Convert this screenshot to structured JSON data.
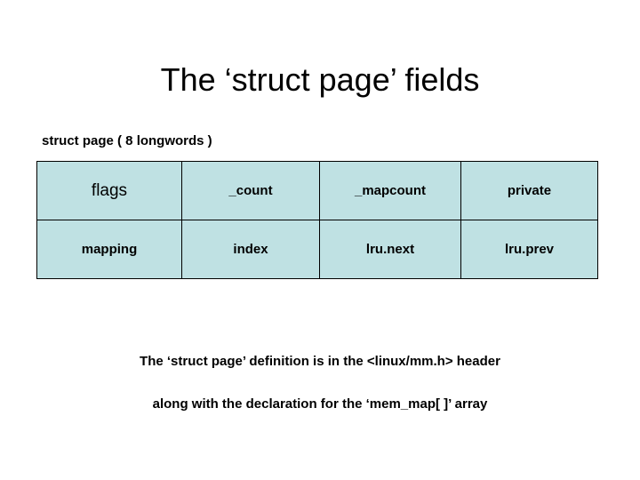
{
  "slide": {
    "title": "The ‘struct page’ fields",
    "table_caption": "struct page ( 8 longwords )",
    "footnotes": [
      "The ‘struct page’ definition is in the <linux/mm.h> header",
      "along with the declaration for the ‘mem_map[ ]’ array"
    ],
    "table": {
      "rows": [
        [
          "flags",
          "_count",
          "_mapcount",
          "private"
        ],
        [
          "mapping",
          "index",
          "lru.next",
          "lru.prev"
        ]
      ]
    },
    "colors": {
      "cell_background": "#bfe1e3",
      "cell_border": "#000000",
      "slide_background": "#ffffff",
      "text": "#000000"
    }
  }
}
